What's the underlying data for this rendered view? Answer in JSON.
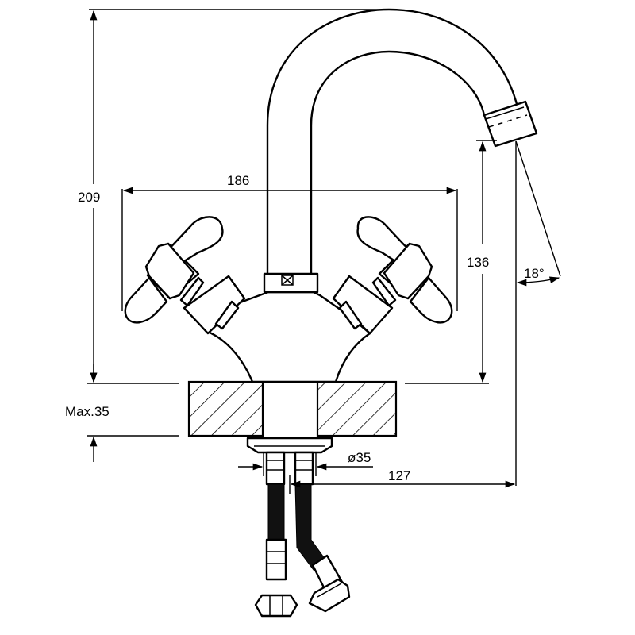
{
  "drawing": {
    "dimensions": {
      "total_height": "209",
      "handle_span": "186",
      "spout_height": "136",
      "spout_angle": "18°",
      "max_counter_thickness": "Max.35",
      "mount_hole_diameter": "ø35",
      "spout_reach": "127"
    }
  }
}
